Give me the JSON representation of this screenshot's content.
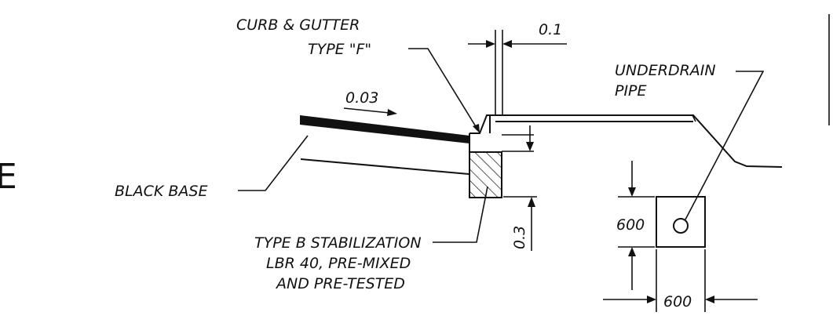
{
  "labels": {
    "curb_line1": "CURB & GUTTER",
    "curb_line2": "TYPE \"F\"",
    "gap_dim": "0.1",
    "slope": "0.03",
    "underdrain_line1": "UNDERDRAIN",
    "underdrain_line2": "PIPE",
    "black_base": "BLACK BASE",
    "stab_line1": "TYPE B STABILIZATION",
    "stab_line2": "LBR 40, PRE-MIXED",
    "stab_line3": "AND PRE-TESTED",
    "depth_dim": "0.3",
    "pipe_height": "600",
    "pipe_width": "600",
    "edge_fragment": "E"
  },
  "colors": {
    "ink": "#111111",
    "background": "#ffffff"
  }
}
